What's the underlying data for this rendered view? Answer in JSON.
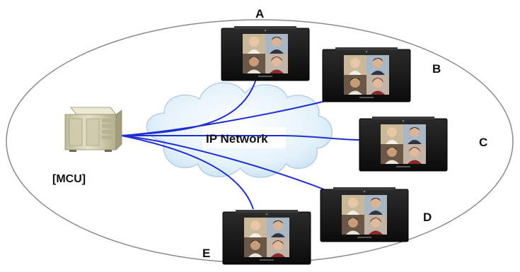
{
  "colors": {
    "ellipse_stroke": "#8a8a8a",
    "link_line": "#1f2fd0",
    "cloud_fill": "#dff0fa",
    "cloud_stroke": "#b7cfe0",
    "monitor_frame": "#161616",
    "server_body": "#d9d6b8"
  },
  "mcu": {
    "label": "[MCU]",
    "icon": "server-tower-icon"
  },
  "network": {
    "label": "IP Network",
    "icon": "cloud-icon"
  },
  "endpoints": [
    {
      "label": "A",
      "icon": "video-conference-monitor-icon"
    },
    {
      "label": "B",
      "icon": "video-conference-monitor-icon"
    },
    {
      "label": "C",
      "icon": "video-conference-monitor-icon"
    },
    {
      "label": "D",
      "icon": "video-conference-monitor-icon"
    },
    {
      "label": "E",
      "icon": "video-conference-monitor-icon"
    }
  ]
}
